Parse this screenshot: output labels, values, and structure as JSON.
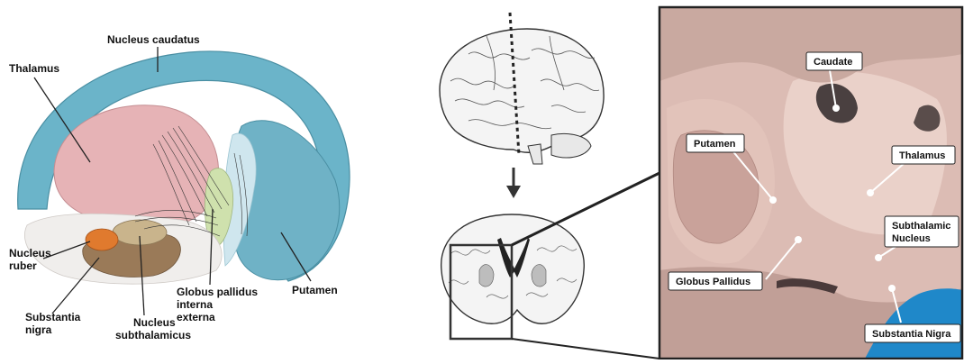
{
  "colors": {
    "caudate": "#6bb4c9",
    "thalamus": "#e6b3b6",
    "putamen": "#6fb2c6",
    "globus_pallidus": "#cfe1ad",
    "nucleus_ruber": "#e07a2e",
    "substantia_nigra": "#9a7a58",
    "subthalamic": "#c9b48c",
    "tissue": "#d7b8b2",
    "photo_blue": "#1f88c9"
  },
  "left_diagram": {
    "labels": {
      "nucleus_caudatus": "Nucleus caudatus",
      "thalamus": "Thalamus",
      "nucleus_ruber_1": "Nucleus",
      "nucleus_ruber_2": "ruber",
      "substantia_nigra_1": "Substantia",
      "substantia_nigra_2": "nigra",
      "nucleus_subthalamicus_1": "Nucleus",
      "nucleus_subthalamicus_2": "subthalamicus",
      "globus_pallidus_1": "Globus pallidus",
      "globus_pallidus_2": "interna",
      "globus_pallidus_3": "externa",
      "putamen": "Putamen"
    }
  },
  "middle_diagram": {
    "icons": [
      "brain-side-view-icon",
      "down-arrow-icon",
      "coronal-section-icon"
    ]
  },
  "photo": {
    "labels": {
      "caudate": "Caudate",
      "putamen": "Putamen",
      "thalamus": "Thalamus",
      "subthalamic_1": "Subthalamic",
      "subthalamic_2": "Nucleus",
      "globus_pallidus": "Globus Pallidus",
      "substantia_nigra": "Substantia Nigra"
    }
  }
}
